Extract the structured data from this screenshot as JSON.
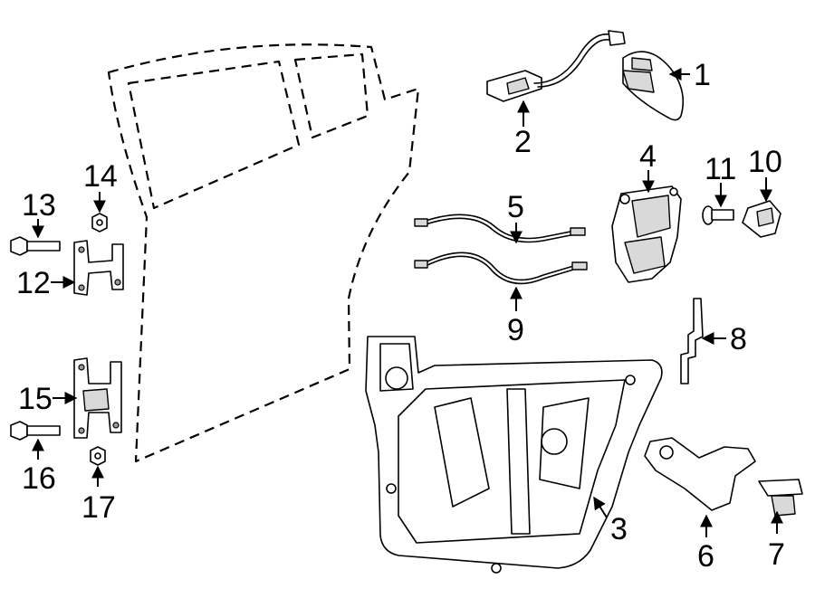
{
  "callouts": [
    {
      "id": "1",
      "label": "1"
    },
    {
      "id": "2",
      "label": "2"
    },
    {
      "id": "3",
      "label": "3"
    },
    {
      "id": "4",
      "label": "4"
    },
    {
      "id": "5",
      "label": "5"
    },
    {
      "id": "6",
      "label": "6"
    },
    {
      "id": "7",
      "label": "7"
    },
    {
      "id": "8",
      "label": "8"
    },
    {
      "id": "9",
      "label": "9"
    },
    {
      "id": "10",
      "label": "10"
    },
    {
      "id": "11",
      "label": "11"
    },
    {
      "id": "12",
      "label": "12"
    },
    {
      "id": "13",
      "label": "13"
    },
    {
      "id": "14",
      "label": "14"
    },
    {
      "id": "15",
      "label": "15"
    },
    {
      "id": "16",
      "label": "16"
    },
    {
      "id": "17",
      "label": "17"
    }
  ],
  "colors": {
    "line": "#000000",
    "background": "#ffffff",
    "shade": "#d9d9d9"
  }
}
